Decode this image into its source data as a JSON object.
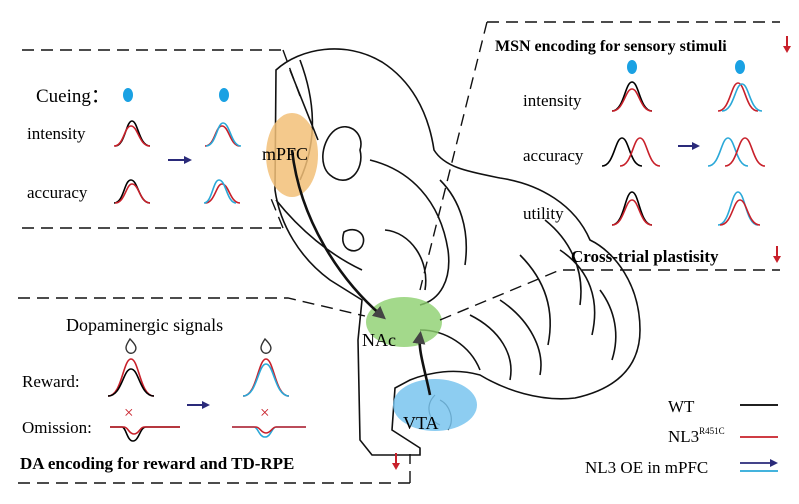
{
  "colors": {
    "wt": "#000000",
    "nl3": "#c8202a",
    "oe": "#2aa8d8",
    "arrow": "#2a2a7a",
    "mpfc_region": "#f2bf78",
    "nac_region": "#8ccf6e",
    "vta_region": "#79c4ee",
    "cue_dot": "#1aa1e3",
    "down_arrow": "#c8202a"
  },
  "regions": {
    "mpfc": "mPFC",
    "nac": "NAc",
    "vta": "VTA"
  },
  "top_left": {
    "cueing": "Cueing：",
    "intensity": "intensity",
    "accuracy": "accuracy"
  },
  "top_right": {
    "title": "MSN encoding for sensory stimuli",
    "intensity": "intensity",
    "accuracy": "accuracy",
    "utility": "utility",
    "cross_trial": "Cross-trial plastisity"
  },
  "bottom_left": {
    "title": "Dopaminergic signals",
    "reward": "Reward:",
    "omission": "Omission:",
    "cross_mark": "×",
    "footer": "DA encoding for reward and TD-RPE"
  },
  "legend": {
    "wt": "WT",
    "nl3_base": "NL3",
    "nl3_sup": "R451C",
    "oe": "NL3 OE in mPFC"
  }
}
